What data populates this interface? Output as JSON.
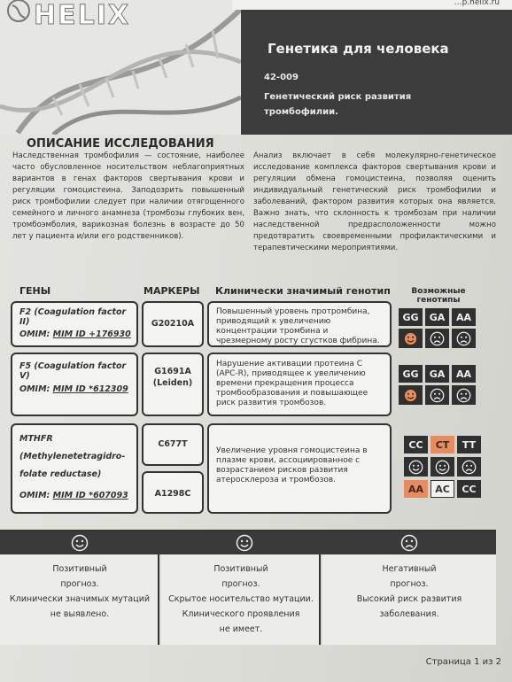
{
  "header": {
    "logo": "HELIX",
    "site": "…p.helix.ru",
    "title": "Генетика для человека",
    "test_id": "42-009",
    "test_name": "Генетический риск развития тромбофилии."
  },
  "description": {
    "heading": "ОПИСАНИЕ ИССЛЕДОВАНИЯ",
    "left": "Наследственная тромбофилия — состояние, наиболее часто обусловленное носительством неблагоприятных вариантов в генах факторов свертывания крови и регуляции гомоцистеина. Заподозрить повышенный риск тромбофилии следует при наличии отягощенного семейного и личного анамнеза (тромбозы глубоких вен, тромбоэмболия, варикозная болезнь в возрасте до 50 лет у пациента и/или его родственников).",
    "right": "Анализ включает в себя молекулярно-генетическое исследование комплекса факторов свертывания крови и регуляции обмена гомоцистеина, позволяя оценить индивидуальный генетический риск тромбофилии и заболеваний, фактором развития которых она является. Важно знать, что склонность к тромбозам при наличии наследственной предрасположенности можно предотвратить своевременными профилактическими и терапевтическими мероприятиями."
  },
  "table": {
    "col_genes": "ГЕНЫ",
    "col_markers": "МАРКЕРЫ",
    "col_genotype": "Клинически значимый генотип",
    "col_possible": "Возможные генотипы",
    "rows": [
      {
        "gene": "F2 (Coagulation factor II)",
        "omim_label": "OMIM:",
        "omim_id": "MIM ID +176930",
        "marker": "G20210A",
        "clinical": "Повышенный уровень протромбина, приводящий к увеличению концентрации тромбина и чрезмерному росту сгустков фибрина.",
        "genotypes": [
          "GG",
          "GA",
          "AA"
        ]
      },
      {
        "gene": "F5 (Coagulation factor V)",
        "omim_label": "OMIM:",
        "omim_id": "MIM ID *612309",
        "marker": "G1691A",
        "marker2": "(Leiden)",
        "clinical": "Нарушение активации протеина С (APC-R), приводящее к увеличению времени прекращения процесса тромбообразования и повышающее риск развития тромбозов.",
        "genotypes": [
          "GG",
          "GA",
          "AA"
        ]
      },
      {
        "gene": "MTHFR",
        "gene2": "(Methylenetetragidro-",
        "gene3": "folate reductase)",
        "omim_label": "OMIM:",
        "omim_id": "MIM ID *607093",
        "marker": "C677T",
        "marker2": "A1298C",
        "clinical": "Увеличение уровня гомоцистеина в плазме крови, ассоциированное с возрастанием рисков развития атеросклероза и тромбозов.",
        "genotypes_top": [
          "CC",
          "CT",
          "TT"
        ],
        "genotypes_bottom": [
          "AA",
          "AC",
          "CC"
        ]
      }
    ]
  },
  "legend": {
    "positive1": [
      "Позитивный",
      "прогноз.",
      "Клинически значимых мутаций",
      "не выявлено."
    ],
    "positive2": [
      "Позитивный",
      "прогноз.",
      "Скрытое носительство мутации.",
      "Клинического проявления",
      "не имеет."
    ],
    "negative": [
      "Негативный",
      "прогноз.",
      "Высокий риск развития",
      "заболевания."
    ]
  },
  "footer": {
    "page": "Страница 1 из 2"
  },
  "colors": {
    "dark": "#303030",
    "highlight": "#e88b5e"
  }
}
